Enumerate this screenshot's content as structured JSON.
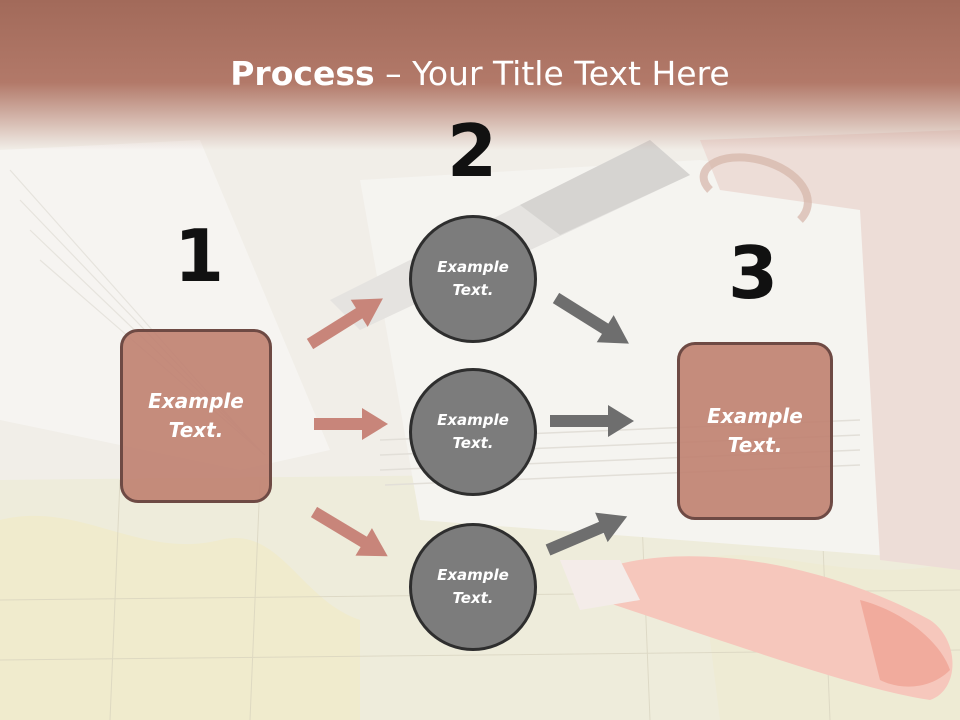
{
  "slide": {
    "title_bold": "Process",
    "title_rest": " – Your Title Text Here"
  },
  "steps": {
    "n1": "1",
    "n2": "2",
    "n3": "3"
  },
  "boxes": {
    "left": "Example Text.",
    "right": "Example Text."
  },
  "circles": {
    "top": "Example Text.",
    "middle": "Example Text.",
    "bottom": "Example Text."
  },
  "colors": {
    "title_band": "#a26a5a",
    "box_fill": "#c08272",
    "circle_fill": "#7c7c7c",
    "arrow_left": "#c8857a",
    "arrow_right": "#6e6e6e"
  }
}
